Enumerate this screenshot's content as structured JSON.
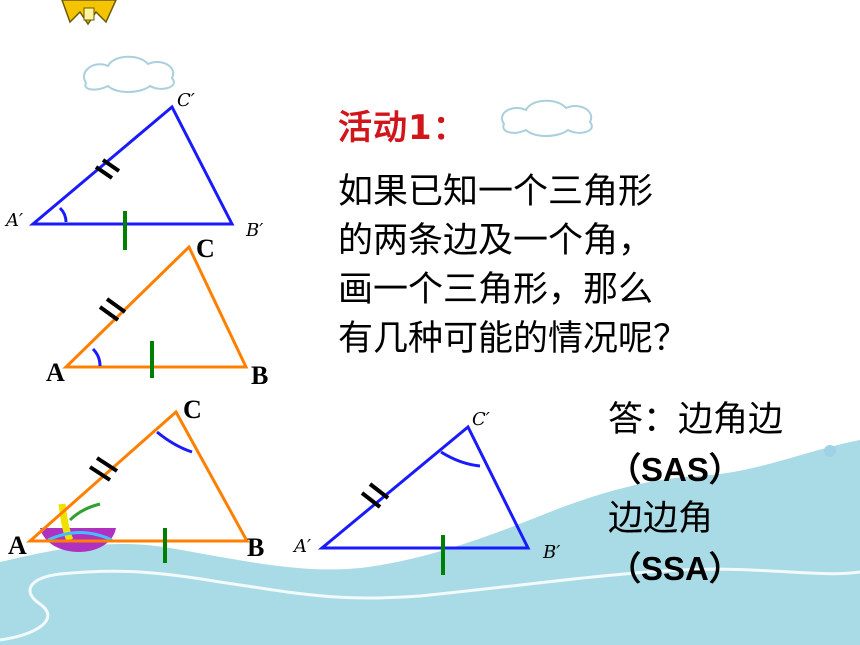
{
  "activity": {
    "title": "活动1："
  },
  "question": {
    "lines": [
      "如果已知一个三角形",
      "的两条边及一个角，",
      "画一个三角形，那么",
      "有几种可能的情况呢？"
    ]
  },
  "answer": {
    "prefix": "答：",
    "item1_name": "边角边",
    "item1_abbr": "（SAS）",
    "item2_name": "边边角",
    "item2_abbr": "（SSA）"
  },
  "triangles": {
    "t1": {
      "a": "A′",
      "b": "B′",
      "c": "C′",
      "color": "#1a1aff"
    },
    "t2": {
      "a": "A",
      "b": "B",
      "c": "C",
      "color": "#ff8000"
    },
    "t3": {
      "a": "A",
      "b": "B",
      "c": "C",
      "color": "#ff8000"
    },
    "t4": {
      "a": "A′",
      "b": "B′",
      "c": "C′",
      "color": "#1a1aff"
    }
  },
  "colors": {
    "water": "#a9dbe6",
    "tick_green": "#008000",
    "arc_blue": "#1a1aff",
    "title_red": "#d0161b"
  }
}
